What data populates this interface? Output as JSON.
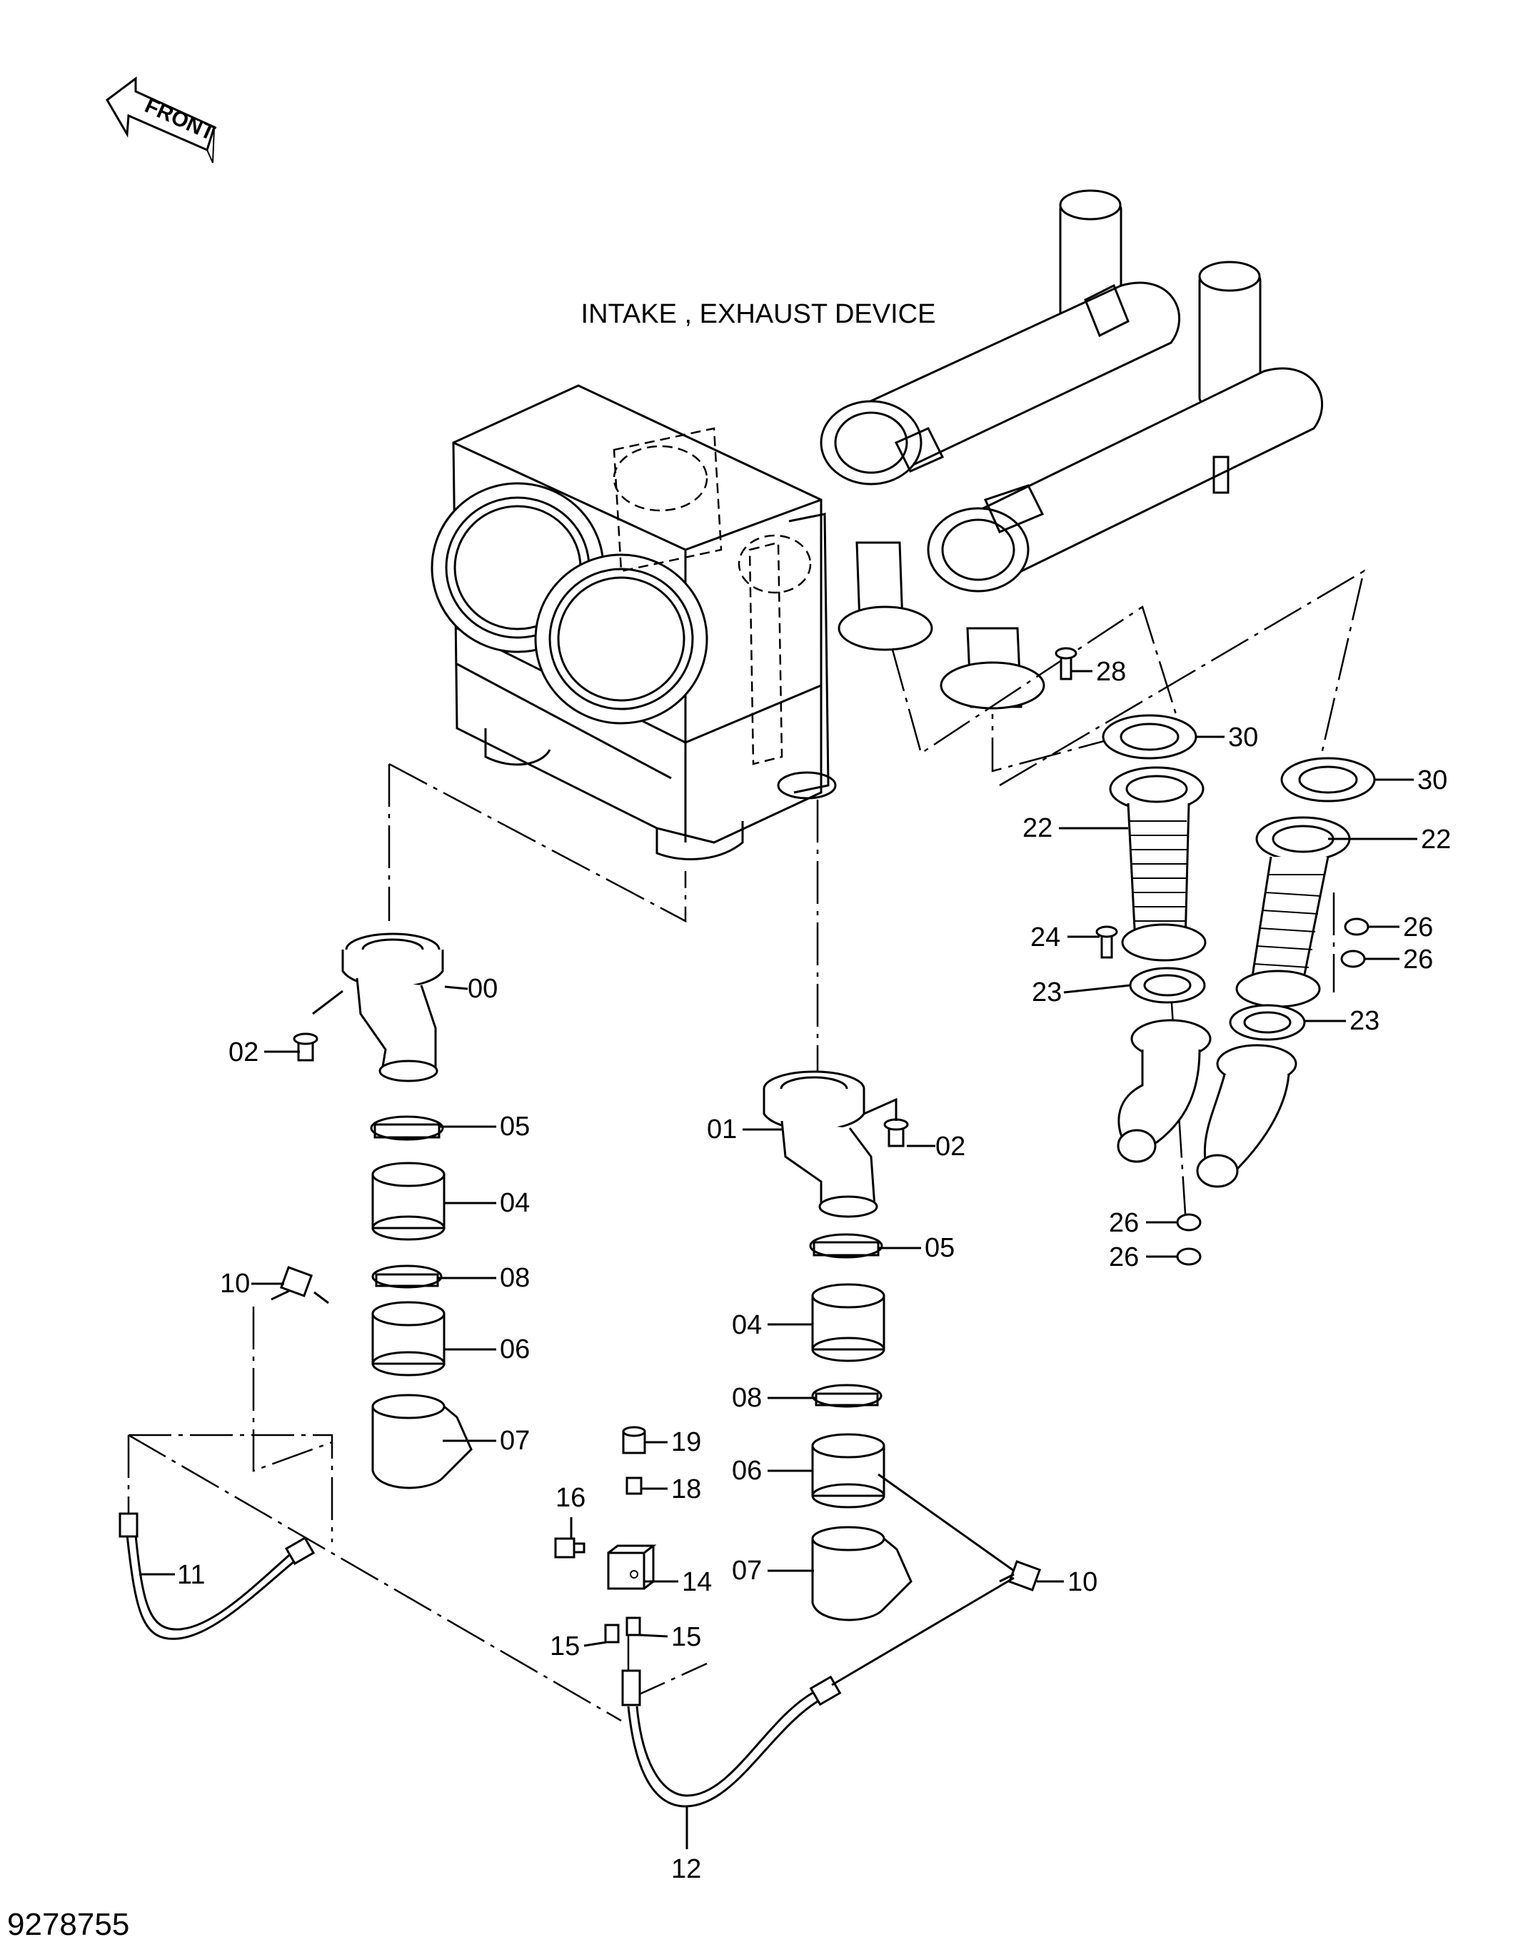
{
  "title": "INTAKE , EXHAUST DEVICE",
  "front_label": "FRONT",
  "drawing_number": "9278755",
  "callouts": [
    {
      "id": "c-00",
      "text": "00"
    },
    {
      "id": "c-01",
      "text": "01"
    },
    {
      "id": "c-02a",
      "text": "02"
    },
    {
      "id": "c-02b",
      "text": "02"
    },
    {
      "id": "c-04a",
      "text": "04"
    },
    {
      "id": "c-04b",
      "text": "04"
    },
    {
      "id": "c-05a",
      "text": "05"
    },
    {
      "id": "c-05b",
      "text": "05"
    },
    {
      "id": "c-06a",
      "text": "06"
    },
    {
      "id": "c-06b",
      "text": "06"
    },
    {
      "id": "c-07a",
      "text": "07"
    },
    {
      "id": "c-07b",
      "text": "07"
    },
    {
      "id": "c-08a",
      "text": "08"
    },
    {
      "id": "c-08b",
      "text": "08"
    },
    {
      "id": "c-10a",
      "text": "10"
    },
    {
      "id": "c-10b",
      "text": "10"
    },
    {
      "id": "c-11",
      "text": "11"
    },
    {
      "id": "c-12",
      "text": "12"
    },
    {
      "id": "c-14",
      "text": "14"
    },
    {
      "id": "c-15a",
      "text": "15"
    },
    {
      "id": "c-15b",
      "text": "15"
    },
    {
      "id": "c-16",
      "text": "16"
    },
    {
      "id": "c-18",
      "text": "18"
    },
    {
      "id": "c-19",
      "text": "19"
    },
    {
      "id": "c-22a",
      "text": "22"
    },
    {
      "id": "c-22b",
      "text": "22"
    },
    {
      "id": "c-23a",
      "text": "23"
    },
    {
      "id": "c-23b",
      "text": "23"
    },
    {
      "id": "c-24",
      "text": "24"
    },
    {
      "id": "c-26a",
      "text": "26"
    },
    {
      "id": "c-26b",
      "text": "26"
    },
    {
      "id": "c-26c",
      "text": "26"
    },
    {
      "id": "c-26d",
      "text": "26"
    },
    {
      "id": "c-28",
      "text": "28"
    },
    {
      "id": "c-30a",
      "text": "30"
    },
    {
      "id": "c-30b",
      "text": "30"
    }
  ]
}
